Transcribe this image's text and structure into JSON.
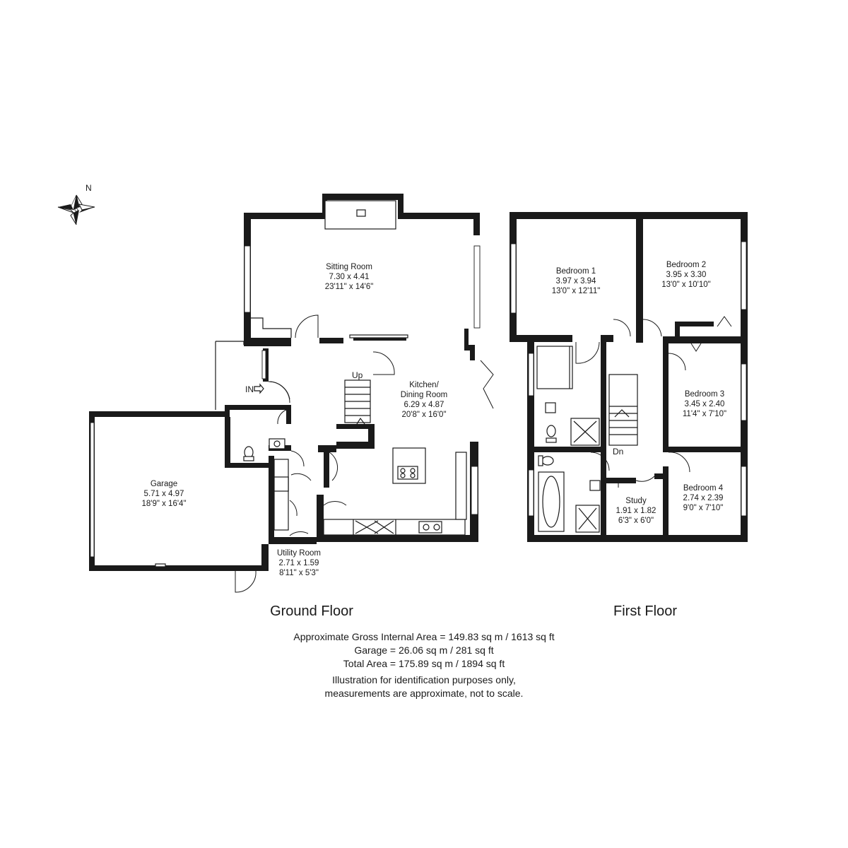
{
  "compass": {
    "label": "N"
  },
  "ground_floor": {
    "label": "Ground Floor",
    "rooms": {
      "sitting": {
        "name": "Sitting Room",
        "metric": "7.30 x 4.41",
        "imperial": "23'11\" x 14'6\""
      },
      "kitchen": {
        "name_line1": "Kitchen/",
        "name_line2": "Dining Room",
        "metric": "6.29 x 4.87",
        "imperial": "20'8\" x 16'0\""
      },
      "garage": {
        "name": "Garage",
        "metric": "5.71 x 4.97",
        "imperial": "18'9\" x 16'4\""
      },
      "utility": {
        "name": "Utility Room",
        "metric": "2.71 x 1.59",
        "imperial": "8'11\" x 5'3\""
      }
    },
    "entrance_label": "IN",
    "stairs_label": "Up"
  },
  "first_floor": {
    "label": "First Floor",
    "rooms": {
      "bedroom1": {
        "name": "Bedroom 1",
        "metric": "3.97 x 3.94",
        "imperial": "13'0\" x 12'11\""
      },
      "bedroom2": {
        "name": "Bedroom 2",
        "metric": "3.95 x 3.30",
        "imperial": "13'0\" x 10'10\""
      },
      "bedroom3": {
        "name": "Bedroom 3",
        "metric": "3.45 x 2.40",
        "imperial": "11'4\" x 7'10\""
      },
      "bedroom4": {
        "name": "Bedroom 4",
        "metric": "2.74 x 2.39",
        "imperial": "9'0\" x 7'10\""
      },
      "study": {
        "name": "Study",
        "metric": "1.91 x 1.82",
        "imperial": "6'3\" x 6'0\""
      }
    },
    "stairs_label": "Dn"
  },
  "areas": {
    "gross": "Approximate Gross Internal Area = 149.83 sq m / 1613 sq ft",
    "garage": "Garage =  26.06 sq m / 281 sq ft",
    "total": "Total Area = 175.89 sq m / 1894 sq ft"
  },
  "disclaimer": {
    "line1": "Illustration for identification purposes only,",
    "line2": "measurements are approximate, not to scale."
  }
}
